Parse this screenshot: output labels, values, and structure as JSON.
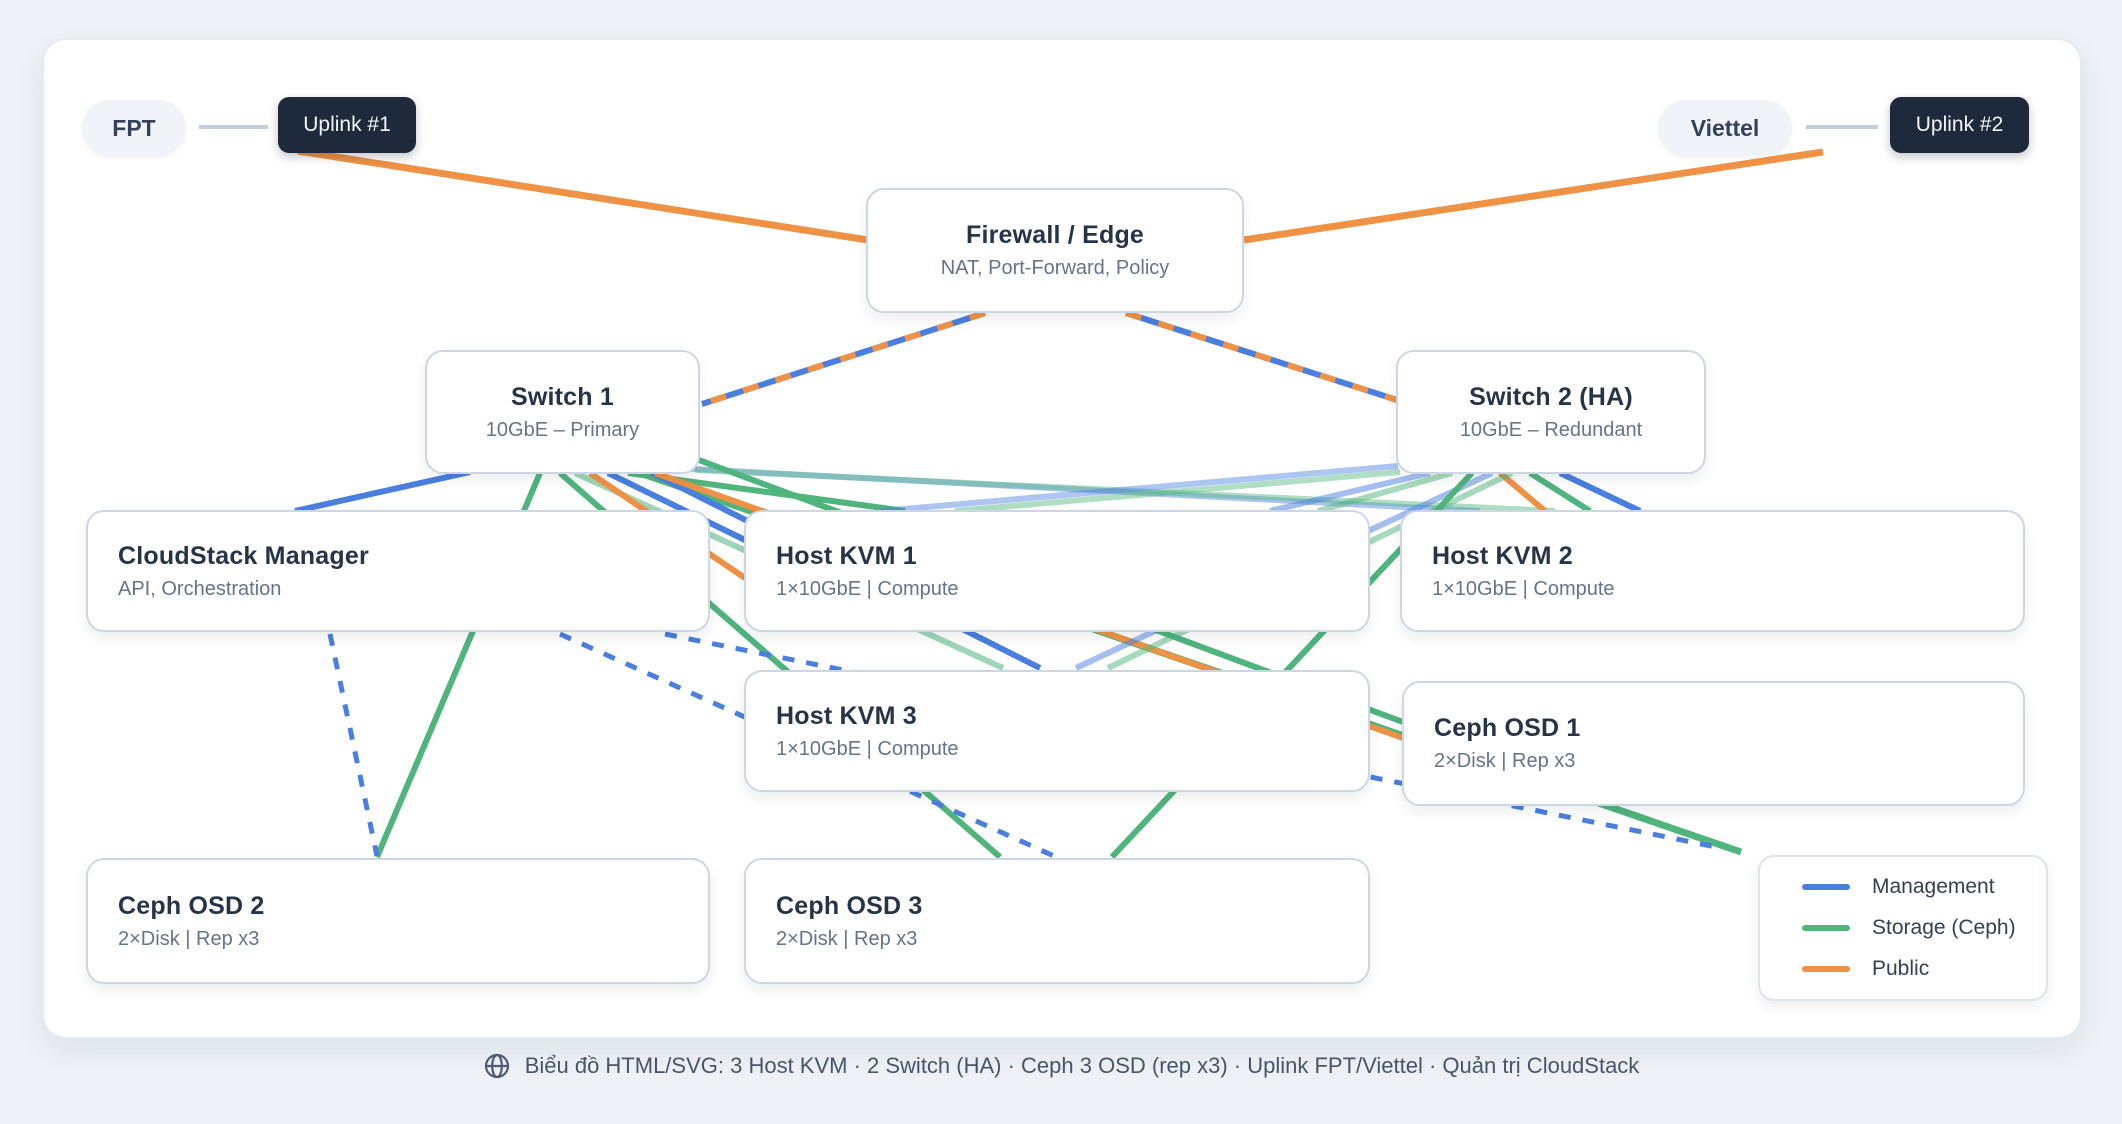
{
  "colors": {
    "management": "#4a7fe0",
    "storage": "#4fb57c",
    "public": "#ef9245",
    "link": "#c3cedd"
  },
  "nodes": {
    "fpt": {
      "title": "FPT"
    },
    "uplink1": {
      "title": "Uplink #1"
    },
    "viettel": {
      "title": "Viettel"
    },
    "uplink2": {
      "title": "Uplink #2"
    },
    "firewall": {
      "title": "Firewall / Edge",
      "subtitle": "NAT, Port-Forward, Policy"
    },
    "switch1": {
      "title": "Switch 1",
      "subtitle": "10GbE – Primary"
    },
    "switch2": {
      "title": "Switch 2 (HA)",
      "subtitle": "10GbE – Redundant"
    },
    "cloudstack": {
      "title": "CloudStack Manager",
      "subtitle": "API, Orchestration"
    },
    "kvm1": {
      "title": "Host KVM 1",
      "subtitle": "1×10GbE | Compute"
    },
    "kvm2": {
      "title": "Host KVM 2",
      "subtitle": "1×10GbE | Compute"
    },
    "kvm3": {
      "title": "Host KVM 3",
      "subtitle": "1×10GbE | Compute"
    },
    "osd1": {
      "title": "Ceph OSD 1",
      "subtitle": "2×Disk | Rep x3"
    },
    "osd2": {
      "title": "Ceph OSD 2",
      "subtitle": "2×Disk | Rep x3"
    },
    "osd3": {
      "title": "Ceph OSD 3",
      "subtitle": "2×Disk | Rep x3"
    }
  },
  "legend": {
    "items": [
      {
        "label": "Management",
        "network": "management"
      },
      {
        "label": "Storage (Ceph)",
        "network": "storage"
      },
      {
        "label": "Public",
        "network": "public"
      }
    ]
  },
  "footer": {
    "icon": "globe-icon",
    "text": "Biểu đồ HTML/SVG: 3 Host KVM · 2 Switch (HA) · Ceph 3 OSD (rep x3) · Uplink FPT/Viettel · Quản trị CloudStack"
  },
  "edges": [
    {
      "from": "fpt",
      "to": "uplink1",
      "network": "link",
      "w": 4,
      "a": [
        199,
        127
      ],
      "b": [
        268,
        127
      ]
    },
    {
      "from": "viettel",
      "to": "uplink2",
      "network": "link",
      "w": 4,
      "a": [
        1806,
        127
      ],
      "b": [
        1878,
        127
      ]
    },
    {
      "from": "uplink1",
      "to": "firewall",
      "network": "public",
      "w": 7,
      "a": [
        298,
        151
      ],
      "b": [
        868,
        240
      ]
    },
    {
      "from": "firewall",
      "to": "uplink2",
      "network": "public",
      "w": 7,
      "a": [
        1244,
        240
      ],
      "b": [
        1823,
        152
      ]
    },
    {
      "from": "firewall",
      "to": "switch1",
      "network": "management",
      "w": 6,
      "a": [
        985,
        313
      ],
      "b": [
        702,
        404
      ]
    },
    {
      "from": "firewall",
      "to": "switch1",
      "network": "public",
      "w": 6,
      "dash": "16 18",
      "a": [
        985,
        313
      ],
      "b": [
        702,
        404
      ]
    },
    {
      "from": "firewall",
      "to": "switch2",
      "network": "management",
      "w": 6,
      "a": [
        1126,
        313
      ],
      "b": [
        1397,
        400
      ]
    },
    {
      "from": "firewall",
      "to": "switch2",
      "network": "public",
      "w": 6,
      "dash": "16 18",
      "a": [
        1126,
        313
      ],
      "b": [
        1397,
        400
      ]
    },
    {
      "from": "switch1",
      "to": "cloudstack",
      "network": "management",
      "w": 6,
      "a": [
        470,
        472
      ],
      "b": [
        295,
        511
      ]
    },
    {
      "from": "switch1",
      "to": "osd2",
      "network": "storage",
      "w": 6,
      "a": [
        540,
        473
      ],
      "b": [
        377,
        857
      ]
    },
    {
      "from": "switch1",
      "to": "osd3",
      "network": "storage",
      "w": 6,
      "a": [
        560,
        473
      ],
      "b": [
        1000,
        857
      ]
    },
    {
      "from": "switch1",
      "to": "kvm3",
      "network": "storage",
      "w": 6,
      "opacity": 0.55,
      "a": [
        575,
        473
      ],
      "b": [
        1003,
        668
      ]
    },
    {
      "from": "switch1",
      "to": "kvm1",
      "network": "public",
      "w": 6,
      "a": [
        590,
        473
      ],
      "b": [
        745,
        578
      ]
    },
    {
      "from": "switch1",
      "to": "kvm1",
      "network": "management",
      "w": 6,
      "a": [
        608,
        473
      ],
      "b": [
        745,
        540
      ]
    },
    {
      "from": "switch1",
      "to": "kvm1",
      "network": "storage",
      "w": 6,
      "a": [
        628,
        473
      ],
      "b": [
        905,
        511
      ]
    },
    {
      "from": "switch1",
      "to": "osd1",
      "network": "storage",
      "w": 7,
      "a": [
        640,
        473
      ],
      "b": [
        1741,
        852
      ]
    },
    {
      "from": "switch1",
      "to": "kvm3",
      "network": "management",
      "w": 6,
      "a": [
        652,
        473
      ],
      "b": [
        1040,
        668
      ]
    },
    {
      "from": "switch1",
      "to": "osd1",
      "network": "public",
      "w": 6,
      "a": [
        655,
        473
      ],
      "b": [
        1403,
        738
      ]
    },
    {
      "from": "switch1",
      "to": "kvm2",
      "network": "management",
      "w": 6,
      "opacity": 0.45,
      "a": [
        676,
        468
      ],
      "b": [
        1480,
        511
      ]
    },
    {
      "from": "switch1",
      "to": "kvm2",
      "network": "storage",
      "w": 6,
      "opacity": 0.45,
      "a": [
        695,
        470
      ],
      "b": [
        1555,
        511
      ]
    },
    {
      "from": "switch1",
      "to": "osd1",
      "network": "storage",
      "w": 6,
      "a": [
        699,
        460
      ],
      "b": [
        1403,
        722
      ]
    },
    {
      "from": "cloudstack",
      "to": "osd2",
      "network": "management",
      "w": 5,
      "dash": "12 12",
      "a": [
        330,
        634
      ],
      "b": [
        377,
        856
      ]
    },
    {
      "from": "cloudstack",
      "to": "osd3",
      "network": "management",
      "w": 5,
      "dash": "12 12",
      "a": [
        560,
        634
      ],
      "b": [
        1054,
        856
      ]
    },
    {
      "from": "cloudstack",
      "to": "osd1",
      "network": "management",
      "w": 5,
      "dash": "12 12",
      "a": [
        665,
        634
      ],
      "b": [
        1716,
        847
      ]
    },
    {
      "from": "switch2",
      "to": "kvm2",
      "network": "management",
      "w": 6,
      "a": [
        1560,
        473
      ],
      "b": [
        1640,
        511
      ]
    },
    {
      "from": "switch2",
      "to": "kvm2",
      "network": "storage",
      "w": 6,
      "a": [
        1530,
        473
      ],
      "b": [
        1590,
        511
      ]
    },
    {
      "from": "switch2",
      "to": "kvm2",
      "network": "public",
      "w": 6,
      "a": [
        1500,
        473
      ],
      "b": [
        1545,
        511
      ]
    },
    {
      "from": "switch2",
      "to": "kvm1",
      "network": "management",
      "w": 6,
      "opacity": 0.5,
      "a": [
        1430,
        473
      ],
      "b": [
        1270,
        511
      ]
    },
    {
      "from": "switch2",
      "to": "kvm1",
      "network": "storage",
      "w": 6,
      "opacity": 0.5,
      "a": [
        1452,
        473
      ],
      "b": [
        1318,
        511
      ]
    },
    {
      "from": "switch2",
      "to": "kvm3",
      "network": "management",
      "w": 6,
      "opacity": 0.5,
      "a": [
        1492,
        473
      ],
      "b": [
        1076,
        668
      ]
    },
    {
      "from": "switch2",
      "to": "kvm3",
      "network": "storage",
      "w": 6,
      "opacity": 0.5,
      "a": [
        1512,
        473
      ],
      "b": [
        1108,
        668
      ]
    },
    {
      "from": "switch2",
      "to": "osd3",
      "network": "storage",
      "w": 6,
      "a": [
        1472,
        473
      ],
      "b": [
        1112,
        857
      ]
    },
    {
      "from": "switch2",
      "to": "kvm1",
      "network": "management",
      "w": 6,
      "opacity": 0.45,
      "a": [
        1398,
        466
      ],
      "b": [
        880,
        511
      ]
    },
    {
      "from": "switch2",
      "to": "kvm1",
      "network": "storage",
      "w": 6,
      "opacity": 0.45,
      "a": [
        1400,
        472
      ],
      "b": [
        955,
        511
      ]
    }
  ]
}
